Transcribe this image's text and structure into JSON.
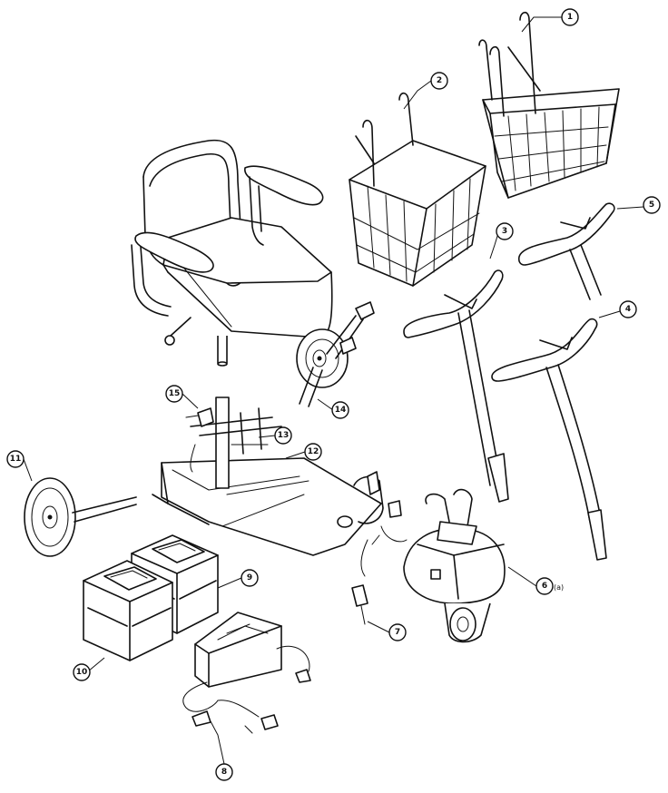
{
  "callouts": [
    {
      "id": "c1",
      "label": "1"
    },
    {
      "id": "c2",
      "label": "2"
    },
    {
      "id": "c3",
      "label": "3"
    },
    {
      "id": "c4",
      "label": "4"
    },
    {
      "id": "c5",
      "label": "5"
    },
    {
      "id": "c6",
      "label": "6",
      "suffix": "(a)"
    },
    {
      "id": "c7",
      "label": "7"
    },
    {
      "id": "c8",
      "label": "8"
    },
    {
      "id": "c9",
      "label": "9"
    },
    {
      "id": "c10",
      "label": "10"
    },
    {
      "id": "c11",
      "label": "11"
    },
    {
      "id": "c12",
      "label": "12"
    },
    {
      "id": "c13",
      "label": "13"
    },
    {
      "id": "c14",
      "label": "14"
    },
    {
      "id": "c15",
      "label": "15"
    }
  ]
}
